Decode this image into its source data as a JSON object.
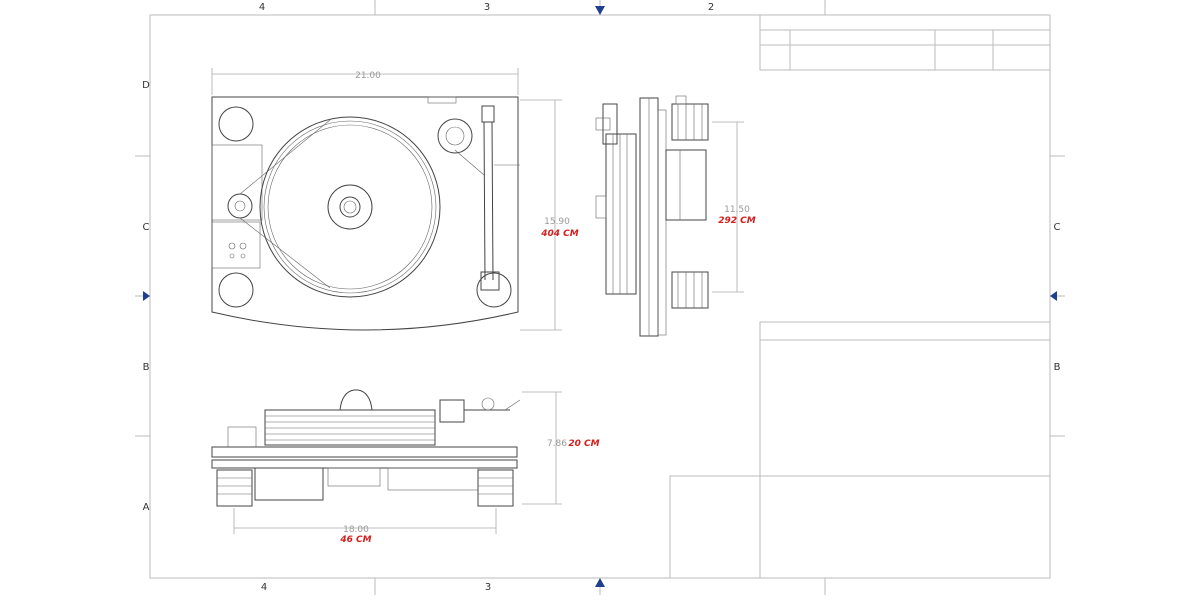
{
  "zone_labels": {
    "top": [
      "4",
      "3",
      "2"
    ],
    "bottom": [
      "4",
      "3"
    ],
    "left": [
      "D",
      "C",
      "B",
      "A"
    ],
    "right": [
      "C",
      "B"
    ]
  },
  "dimensions": {
    "top_width": "21.00",
    "top_depth": "15.90",
    "top_depth_cm": "404 CM",
    "side_depth": "11.50",
    "side_depth_cm": "292 CM",
    "front_height": "7.86",
    "front_height_cm": "20 CM",
    "front_width": "18.00",
    "front_width_cm": "46 CM"
  },
  "colors": {
    "metric_text": "#d3201f",
    "marker": "#1f3f8f"
  }
}
